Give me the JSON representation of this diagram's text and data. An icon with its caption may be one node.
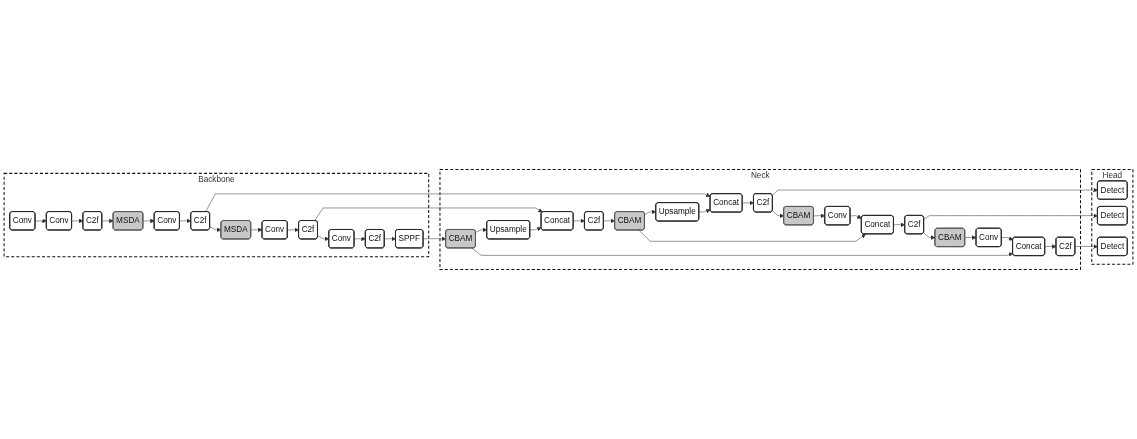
{
  "diagram": {
    "nodes": [
      {
        "text": [
          "Backbone"
        ]
      },
      {
        "text": [
          "Conv"
        ],
        "in": 0
      },
      {
        "text": [
          "Conv"
        ],
        "in": 0
      },
      {
        "text": [
          "C2f"
        ],
        "in": 0
      },
      {
        "text": [
          "MSDA"
        ],
        "in": 0
      },
      {
        "text": [
          "Conv"
        ],
        "in": 0
      },
      {
        "text": [
          "C2f"
        ],
        "in": 0
      },
      {
        "text": [
          "MSDA"
        ],
        "in": 0
      },
      {
        "text": [
          "Conv"
        ],
        "in": 0
      },
      {
        "text": [
          "C2f"
        ],
        "in": 0
      },
      {
        "text": [
          "Conv"
        ],
        "in": 0
      },
      {
        "text": [
          "C2f"
        ],
        "in": 0
      },
      {
        "text": [
          "SPPF"
        ],
        "in": 0
      },
      {
        "text": [
          "Neck"
        ]
      },
      {
        "text": [
          "Concat"
        ],
        "in": 13
      },
      {
        "text": [
          "Upsample"
        ],
        "in": 13
      },
      {
        "text": [
          "CBAM"
        ],
        "in": 13
      },
      {
        "text": [
          "C2f"
        ],
        "in": 13
      },
      {
        "text": [
          "Concat"
        ],
        "in": 13
      },
      {
        "text": [
          "Upsample"
        ],
        "in": 13
      },
      {
        "text": [
          "CBAM"
        ],
        "in": 13
      },
      {
        "text": [
          "C2f"
        ],
        "in": 13
      },
      {
        "text": [
          "CBAM"
        ],
        "in": 13
      },
      {
        "text": [
          "Conv"
        ],
        "in": 13
      },
      {
        "text": [
          "Concat"
        ],
        "in": 13
      },
      {
        "text": [
          "C2f"
        ],
        "in": 13
      },
      {
        "text": [
          "CBAM"
        ],
        "in": 13
      },
      {
        "text": [
          "Conv"
        ],
        "in": 13
      },
      {
        "text": [
          "Concat"
        ],
        "in": 13
      },
      {
        "text": [
          "C2f"
        ],
        "in": 13
      },
      {
        "text": [
          "Head"
        ]
      },
      {
        "text": [
          "Detect"
        ],
        "in": 30
      },
      {
        "text": [
          "Detect"
        ],
        "in": 30
      },
      {
        "text": [
          "Detect"
        ],
        "in": 30
      }
    ],
    "edges": [
      {
        "from": 1,
        "to": 2,
        "arrow": "to"
      },
      {
        "from": 2,
        "to": 3,
        "arrow": "to"
      },
      {
        "from": 3,
        "to": 4,
        "arrow": "to"
      },
      {
        "from": 4,
        "to": 5,
        "arrow": "to"
      },
      {
        "from": 5,
        "to": 6,
        "arrow": "to"
      },
      {
        "from": 6,
        "to": 7,
        "arrow": "to"
      },
      {
        "from": 7,
        "to": 8,
        "arrow": "to"
      },
      {
        "from": 8,
        "to": 9,
        "arrow": "to"
      },
      {
        "from": 9,
        "to": 10,
        "arrow": "to"
      },
      {
        "from": 10,
        "to": 11,
        "arrow": "to"
      },
      {
        "from": 11,
        "to": 12,
        "arrow": "to"
      },
      {
        "from": 6,
        "to": 14,
        "arrow": "to"
      },
      {
        "from": 9,
        "to": 18,
        "arrow": "to"
      },
      {
        "from": 12,
        "to": 20,
        "arrow": "to"
      },
      {
        "from": 20,
        "to": 19,
        "arrow": "to"
      },
      {
        "from": 19,
        "to": 18,
        "arrow": "to"
      },
      {
        "from": 18,
        "to": 17,
        "arrow": "to"
      },
      {
        "from": 17,
        "to": 16,
        "arrow": "to"
      },
      {
        "from": 16,
        "to": 15,
        "arrow": "to"
      },
      {
        "from": 15,
        "to": 14,
        "arrow": "to"
      },
      {
        "from": 14,
        "to": 21,
        "arrow": "to"
      },
      {
        "from": 21,
        "to": 22,
        "arrow": "to"
      },
      {
        "from": 22,
        "to": 23,
        "arrow": "to"
      },
      {
        "from": 23,
        "to": 24,
        "arrow": "to"
      },
      {
        "from": 16,
        "to": 24,
        "arrow": "to"
      },
      {
        "from": 24,
        "to": 25,
        "arrow": "to"
      },
      {
        "from": 25,
        "to": 26,
        "arrow": "to"
      },
      {
        "from": 26,
        "to": 27,
        "arrow": "to"
      },
      {
        "from": 27,
        "to": 28,
        "arrow": "to"
      },
      {
        "from": 20,
        "to": 28,
        "arrow": "to"
      },
      {
        "from": 28,
        "to": 29,
        "arrow": "to"
      },
      {
        "from": 21,
        "to": 31,
        "arrow": "to"
      },
      {
        "from": 25,
        "to": 32,
        "arrow": "to"
      },
      {
        "from": 29,
        "to": 33,
        "arrow": "to"
      }
    ]
  }
}
